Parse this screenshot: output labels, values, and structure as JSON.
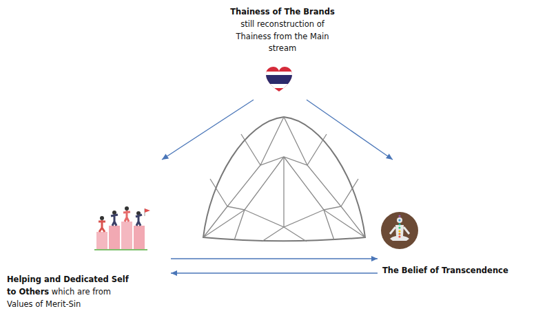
{
  "diagram": {
    "nodes": [
      {
        "text": [
          "Thainess of The Brands",
          "still reconstruction of Thainess from the Main stream"
        ]
      },
      {
        "text": [
          "Helping and Dedicated Self to Others",
          "which are from Values of Merit-Sin"
        ]
      },
      {
        "text": [
          "The Belief of Transcendence"
        ]
      }
    ],
    "edges": [
      {
        "from": 0,
        "to": 1,
        "arrow": "to"
      },
      {
        "from": 0,
        "to": 2,
        "arrow": "to"
      },
      {
        "from": 1,
        "to": 2,
        "arrow": "to"
      },
      {
        "from": 2,
        "to": 1,
        "arrow": "to"
      }
    ]
  }
}
